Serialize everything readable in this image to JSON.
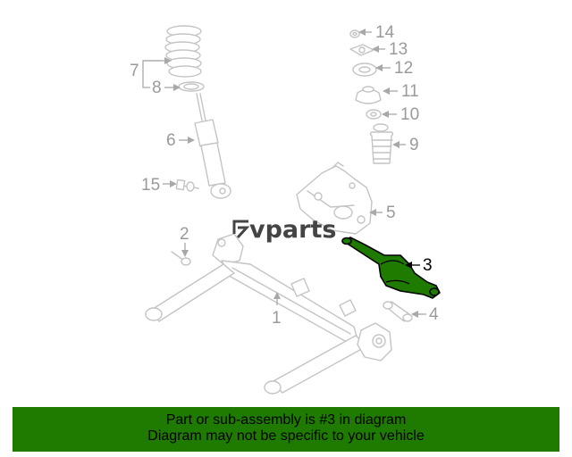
{
  "diagram": {
    "watermark": "vparts",
    "callouts": {
      "c1": "1",
      "c2": "2",
      "c3": "3",
      "c4": "4",
      "c5": "5",
      "c6": "6",
      "c7": "7",
      "c8": "8",
      "c9": "9",
      "c10": "10",
      "c11": "11",
      "c12": "12",
      "c13": "13",
      "c14": "14",
      "c15": "15"
    },
    "highlighted_part": "3",
    "colors": {
      "highlight": "#1f7a00",
      "line_art": "#c4c4c4"
    }
  },
  "banner": {
    "line1": "Part or sub-assembly is #3 in diagram",
    "line2": "Diagram may not be specific to your vehicle"
  }
}
